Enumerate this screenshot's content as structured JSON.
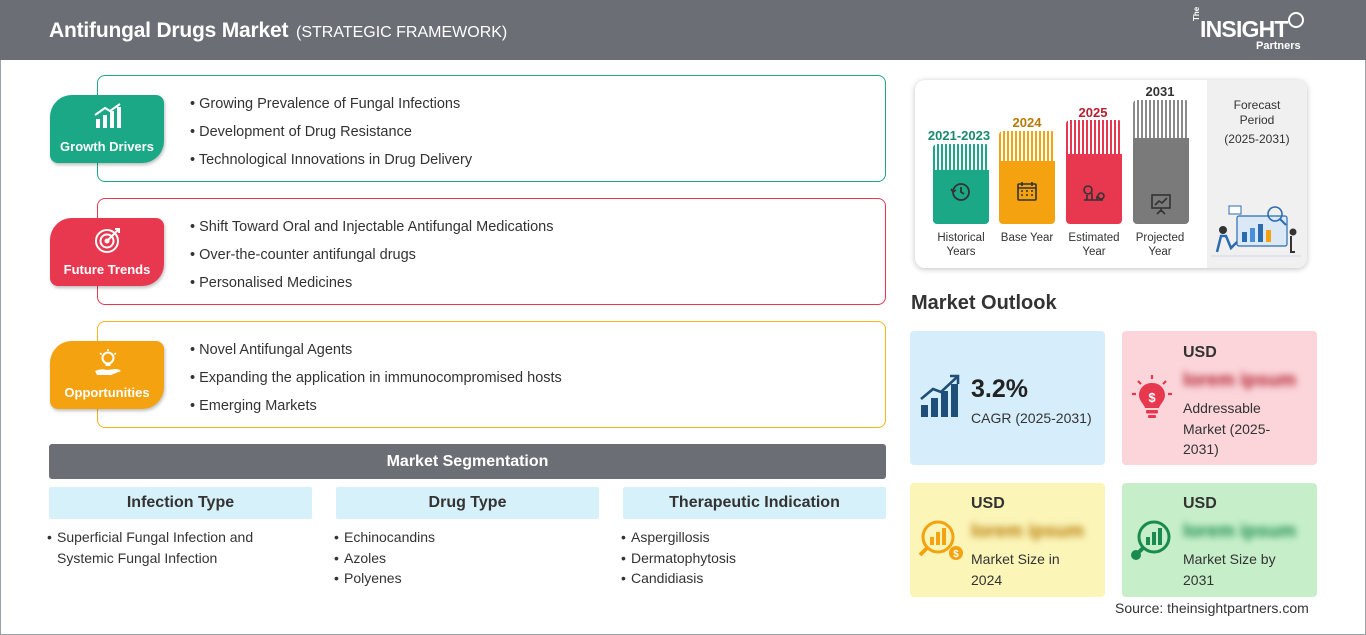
{
  "header": {
    "title": "Antifungal Drugs Market",
    "subtitle": "(STRATEGIC FRAMEWORK)",
    "logo_the": "The",
    "logo_main": "INSIGHT",
    "logo_sub": "Partners"
  },
  "framework": [
    {
      "label": "Growth Drivers",
      "icon": "growth-chart-icon",
      "color": "#1aa886",
      "items": [
        "Growing Prevalence of Fungal Infections",
        "Development of Drug Resistance",
        "Technological Innovations in Drug Delivery"
      ]
    },
    {
      "label": "Future Trends",
      "icon": "target-icon",
      "color": "#e8384f",
      "items": [
        "Shift Toward Oral and Injectable Antifungal Medications",
        "Over-the-counter antifungal drugs",
        "Personalised Medicines"
      ]
    },
    {
      "label": "Opportunities",
      "icon": "lightbulb-hand-icon",
      "color": "#f4a20f",
      "items": [
        "Novel Antifungal Agents",
        "Expanding the application in immunocompromised hosts",
        "Emerging Markets"
      ]
    }
  ],
  "segmentation": {
    "title": "Market Segmentation",
    "columns": [
      {
        "heading": "Infection Type",
        "items": [
          "Superficial Fungal Infection and Systemic Fungal Infection"
        ]
      },
      {
        "heading": "Drug Type",
        "items": [
          "Echinocandins",
          "Azoles",
          "Polyenes"
        ]
      },
      {
        "heading": "Therapeutic Indication",
        "items": [
          "Aspergillosis",
          "Dermatophytosis",
          "Candidiasis"
        ]
      }
    ]
  },
  "timeline": {
    "periods": [
      {
        "year": "2021-2023",
        "caption": "Historical Years",
        "color": "#1aa886",
        "year_color": "#1a8a6e",
        "icon": "history-icon"
      },
      {
        "year": "2024",
        "caption": "Base Year",
        "color": "#f4a20f",
        "year_color": "#b87a06",
        "icon": "calendar-icon"
      },
      {
        "year": "2025",
        "caption": "Estimated Year",
        "color": "#e8384f",
        "year_color": "#b3202f",
        "icon": "estimate-icon"
      },
      {
        "year": "2031",
        "caption": "Projected Year",
        "color": "#7a7a7a",
        "year_color": "#333333",
        "icon": "presentation-icon"
      }
    ],
    "forecast_label": "Forecast Period",
    "forecast_range": "(2025-2031)"
  },
  "outlook": {
    "title": "Market Outlook",
    "cagr_value": "3.2%",
    "cagr_label": "CAGR (2025-2031)",
    "addressable_usd": "USD",
    "addressable_value": "lorem ipsum",
    "addressable_label": "Addressable Market (2025-2031)",
    "size2024_usd": "USD",
    "size2024_value": "lorem ipsum",
    "size2024_label": "Market Size in 2024",
    "size2031_usd": "USD",
    "size2031_value": "lorem ipsum",
    "size2031_label": "Market Size by 2031"
  },
  "source": "Source: theinsightpartners.com"
}
